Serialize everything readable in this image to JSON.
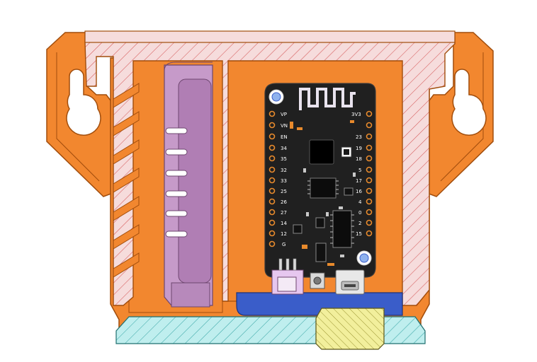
{
  "view": {
    "type": "cad-section-view",
    "subject": "enclosure with microcontroller board",
    "colors": {
      "background": "#ffffff",
      "enclosure": "#f2872f",
      "enclosure_edge": "#a14d0c",
      "lid_section": "#f6dcdc",
      "section_hatch": "#d65a5a",
      "battery": "#c69ac9",
      "battery_edge": "#6e466f",
      "pcb": "#202020",
      "pcb_edge": "#3a3a3a",
      "header_pins": "#e88a2c",
      "base_plate": "#bfeeee",
      "base_hatch": "#3fa9a9",
      "insert": "#f2ef9c",
      "insert_hatch": "#9a9330",
      "blue_tray": "#3a5dc9",
      "mount_hole": "#8fb2ee"
    }
  },
  "board": {
    "left_pins": [
      "VP",
      "VN",
      "EN",
      "34",
      "35",
      "32",
      "33",
      "25",
      "26",
      "27",
      "14",
      "12",
      "G"
    ],
    "right_pins": [
      "3V3",
      "",
      "23",
      "19",
      "18",
      "5",
      "17",
      "16",
      "4",
      "0",
      "2",
      "15"
    ]
  }
}
